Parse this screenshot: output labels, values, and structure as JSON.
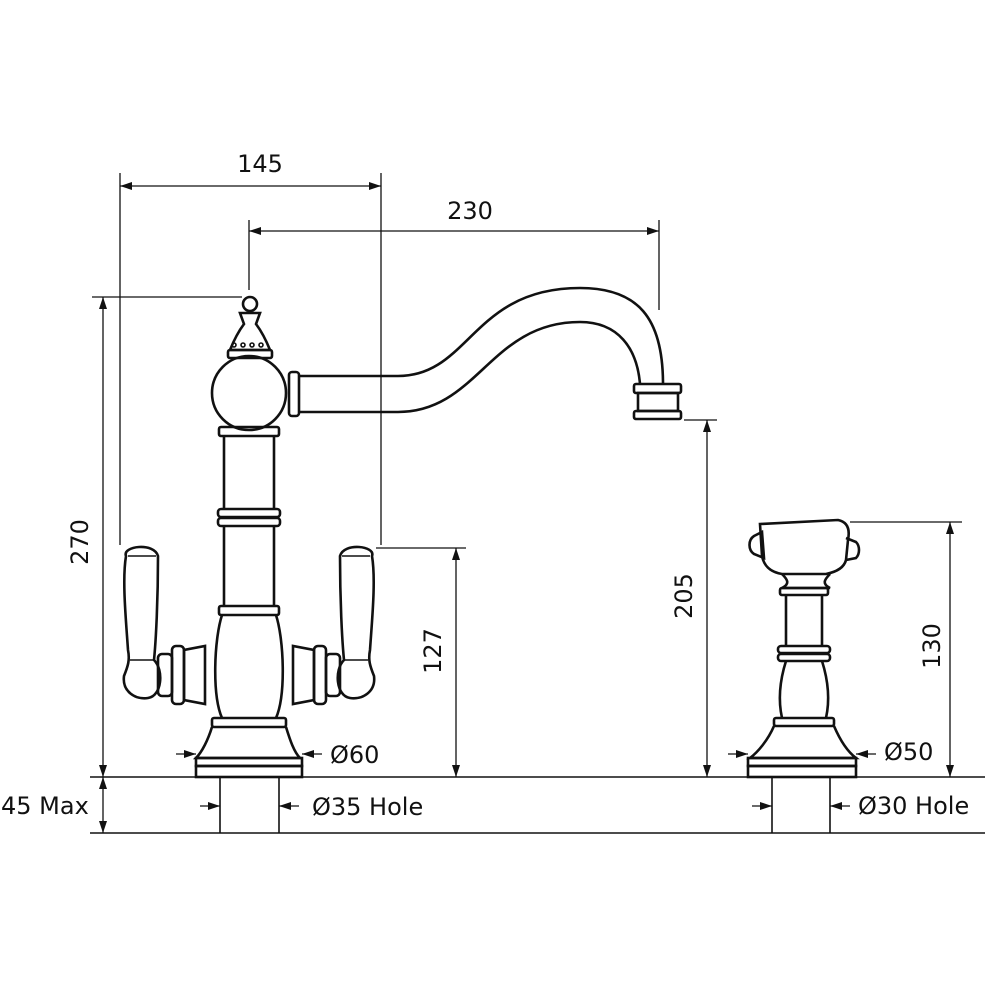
{
  "labels": {
    "width_145": "145",
    "reach_230": "230",
    "height_270": "270",
    "spout_height_205": "205",
    "lever_height_127": "127",
    "rinse_height_130": "130",
    "base_dia_60": "Ø60",
    "base_dia_50": "Ø50",
    "hole_35": "Ø35 Hole",
    "hole_30": "Ø30 Hole",
    "deck_45": "45 Max"
  },
  "colors": {
    "line": "#111111",
    "background": "#ffffff"
  }
}
